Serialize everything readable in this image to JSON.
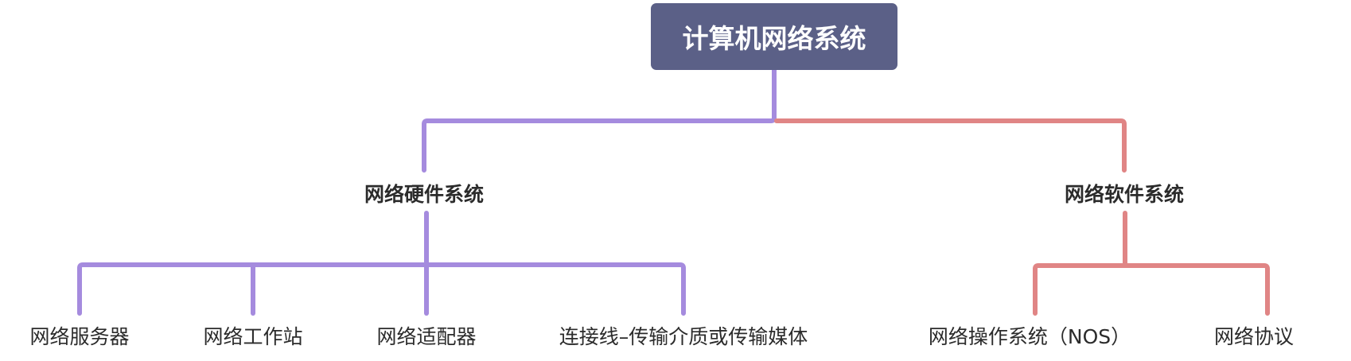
{
  "diagram": {
    "type": "mind-map / org-chart tree",
    "root": {
      "label": "计算机网络系统",
      "fill_color": "#5B6087",
      "text_color": "#FFFFFF"
    },
    "branches": [
      {
        "label": "网络硬件系统",
        "color": "#A58BDE",
        "children": [
          {
            "label": "网络服务器"
          },
          {
            "label": "网络工作站"
          },
          {
            "label": "网络适配器"
          },
          {
            "label": "连接线–传输介质或传输媒体"
          }
        ]
      },
      {
        "label": "网络软件系统",
        "color": "#E08585",
        "children": [
          {
            "label": "网络操作系统（NOS）"
          },
          {
            "label": "网络协议"
          }
        ]
      }
    ]
  }
}
